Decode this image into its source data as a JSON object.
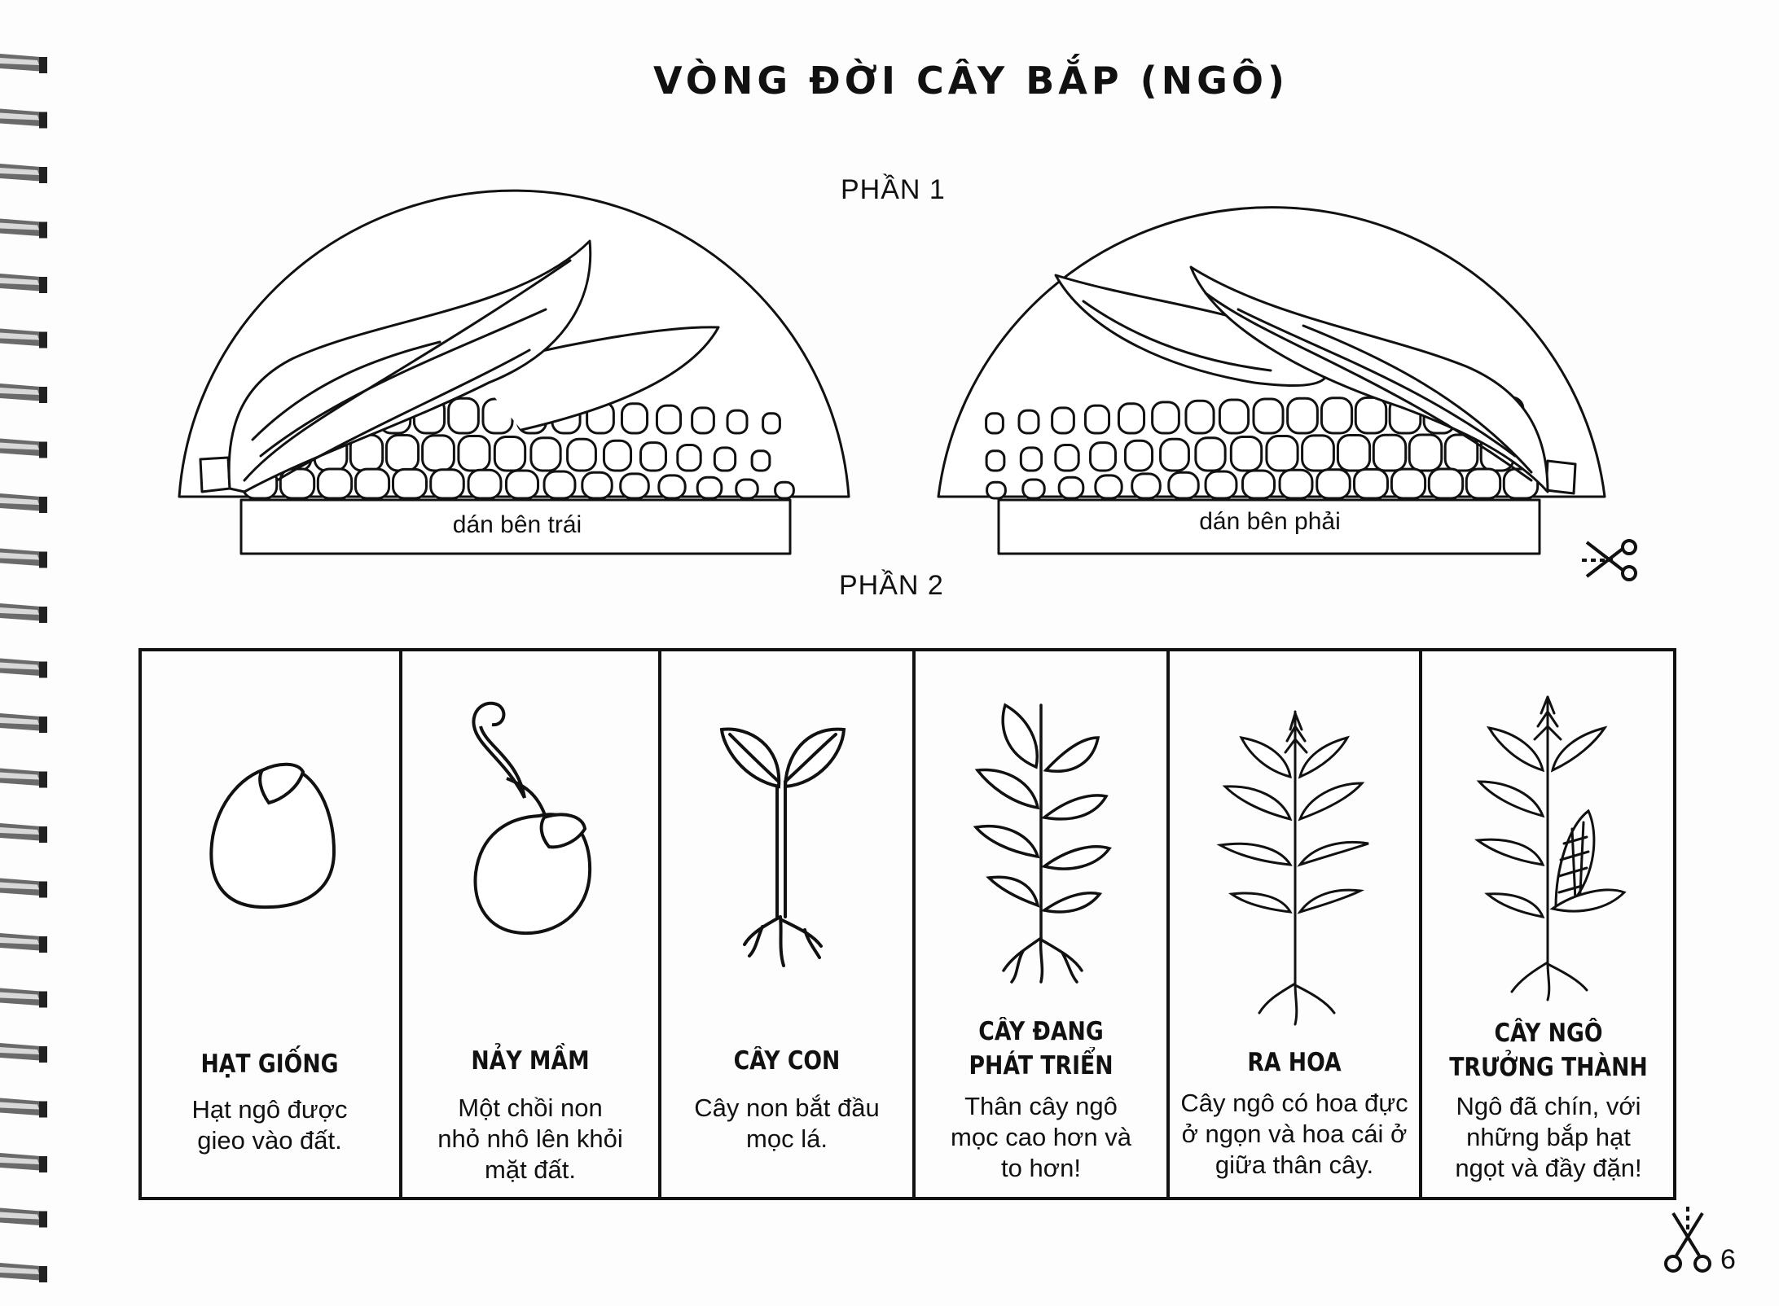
{
  "page": {
    "title": "VÒNG ĐỜI CÂY BẮP (NGÔ)",
    "part1_label": "PHẦN 1",
    "part2_label": "PHẦN 2",
    "page_number": "6"
  },
  "part1": {
    "paste_left": "dán bên trái",
    "paste_right": "dán bên phải"
  },
  "stages": [
    {
      "title_lines": [
        "HẠT GIỐNG"
      ],
      "desc_lines": [
        "Hạt ngô được",
        "gieo vào đất."
      ]
    },
    {
      "title_lines": [
        "NẢY MẦM"
      ],
      "desc_lines": [
        "Một chồi non",
        "nhỏ nhô lên khỏi",
        "mặt đất."
      ]
    },
    {
      "title_lines": [
        "CÂY CON"
      ],
      "desc_lines": [
        "Cây non bắt đầu",
        "mọc lá."
      ]
    },
    {
      "title_lines": [
        "CÂY ĐANG",
        "PHÁT TRIỂN"
      ],
      "desc_lines": [
        "Thân cây ngô",
        "mọc cao hơn và",
        "to hơn!"
      ]
    },
    {
      "title_lines": [
        "RA HOA"
      ],
      "desc_lines": [
        "Cây ngô có hoa đực",
        "ở ngọn và hoa cái ở",
        "giữa thân cây."
      ]
    },
    {
      "title_lines": [
        "CÂY NGÔ",
        "TRƯỞNG THÀNH"
      ],
      "desc_lines": [
        "Ngô đã chín, với",
        "những bắp hạt",
        "ngọt và đầy đặn!"
      ]
    }
  ],
  "icons": {
    "stage_icons": [
      "seed-icon",
      "sprout-icon",
      "seedling-icon",
      "growing-plant-icon",
      "flowering-plant-icon",
      "mature-corn-plant-icon"
    ],
    "cut_marker": "scissors-icon"
  },
  "colors": {
    "ink": "#111111",
    "paper": "#fdfdfd"
  }
}
